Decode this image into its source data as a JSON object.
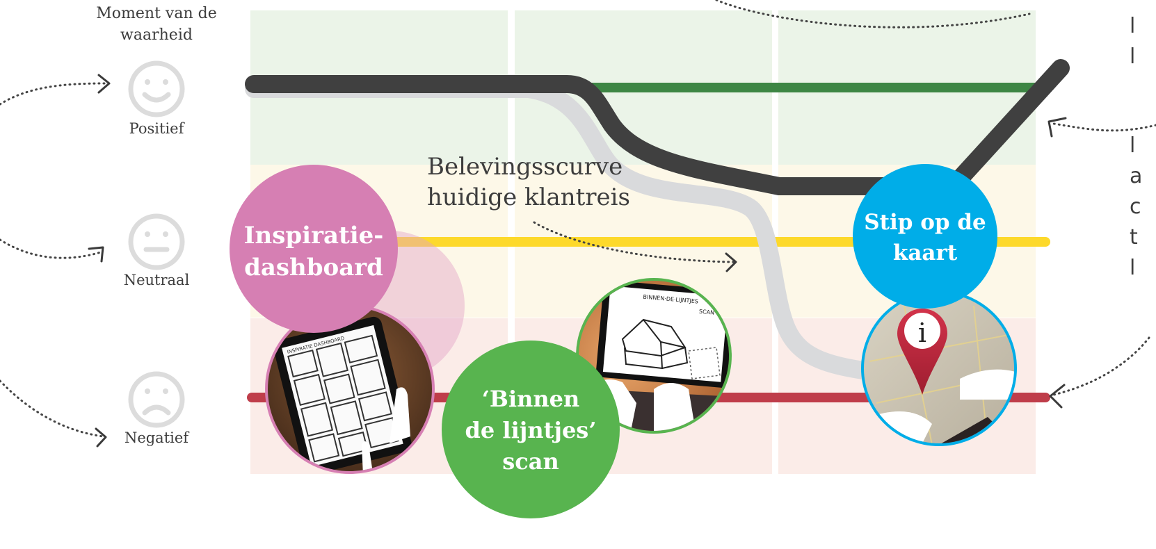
{
  "header": {
    "moment_title_line1": "Moment van de",
    "moment_title_line2": "waarheid"
  },
  "moods": [
    {
      "label": "Positief",
      "icon": "smiley-happy-icon",
      "line_color": "#3d8644"
    },
    {
      "label": "Neutraal",
      "icon": "smiley-neutral-icon",
      "line_color": "#fdd92b"
    },
    {
      "label": "Negatief",
      "icon": "smiley-sad-icon",
      "line_color": "#bf3d4a"
    }
  ],
  "bands": {
    "positive_bg": "#ebf4e8",
    "neutral_bg": "#fdf8e8",
    "negative_bg": "#fbece8"
  },
  "curve": {
    "title_line1": "Belevingsscurve",
    "title_line2": "huidige klantreis",
    "current_color": "#404040",
    "previous_color": "#d9dadc"
  },
  "touchpoints": [
    {
      "label_line1": "Inspiratie-",
      "label_line2": "dashboard",
      "color": "#d67fb3",
      "image": "tablet-dashboard-photo",
      "image_caption": "INSPIRATIE DASHBOARD"
    },
    {
      "label_line1": "‘Binnen",
      "label_line2": "de lijntjes’",
      "label_line3": "scan",
      "color": "#58b44f",
      "image": "laptop-house-scan-photo",
      "image_caption_line1": "BINNEN·DE·LIJNTJES",
      "image_caption_line2": "SCAN"
    },
    {
      "label_line1": "Stip op de",
      "label_line2": "kaart",
      "color": "#00ade8",
      "image": "map-info-pin-photo"
    }
  ],
  "edge_glyphs": {
    "right_top": [
      "l",
      "l"
    ],
    "right_mid": [
      "l",
      "a",
      "c",
      "t",
      "l"
    ]
  }
}
